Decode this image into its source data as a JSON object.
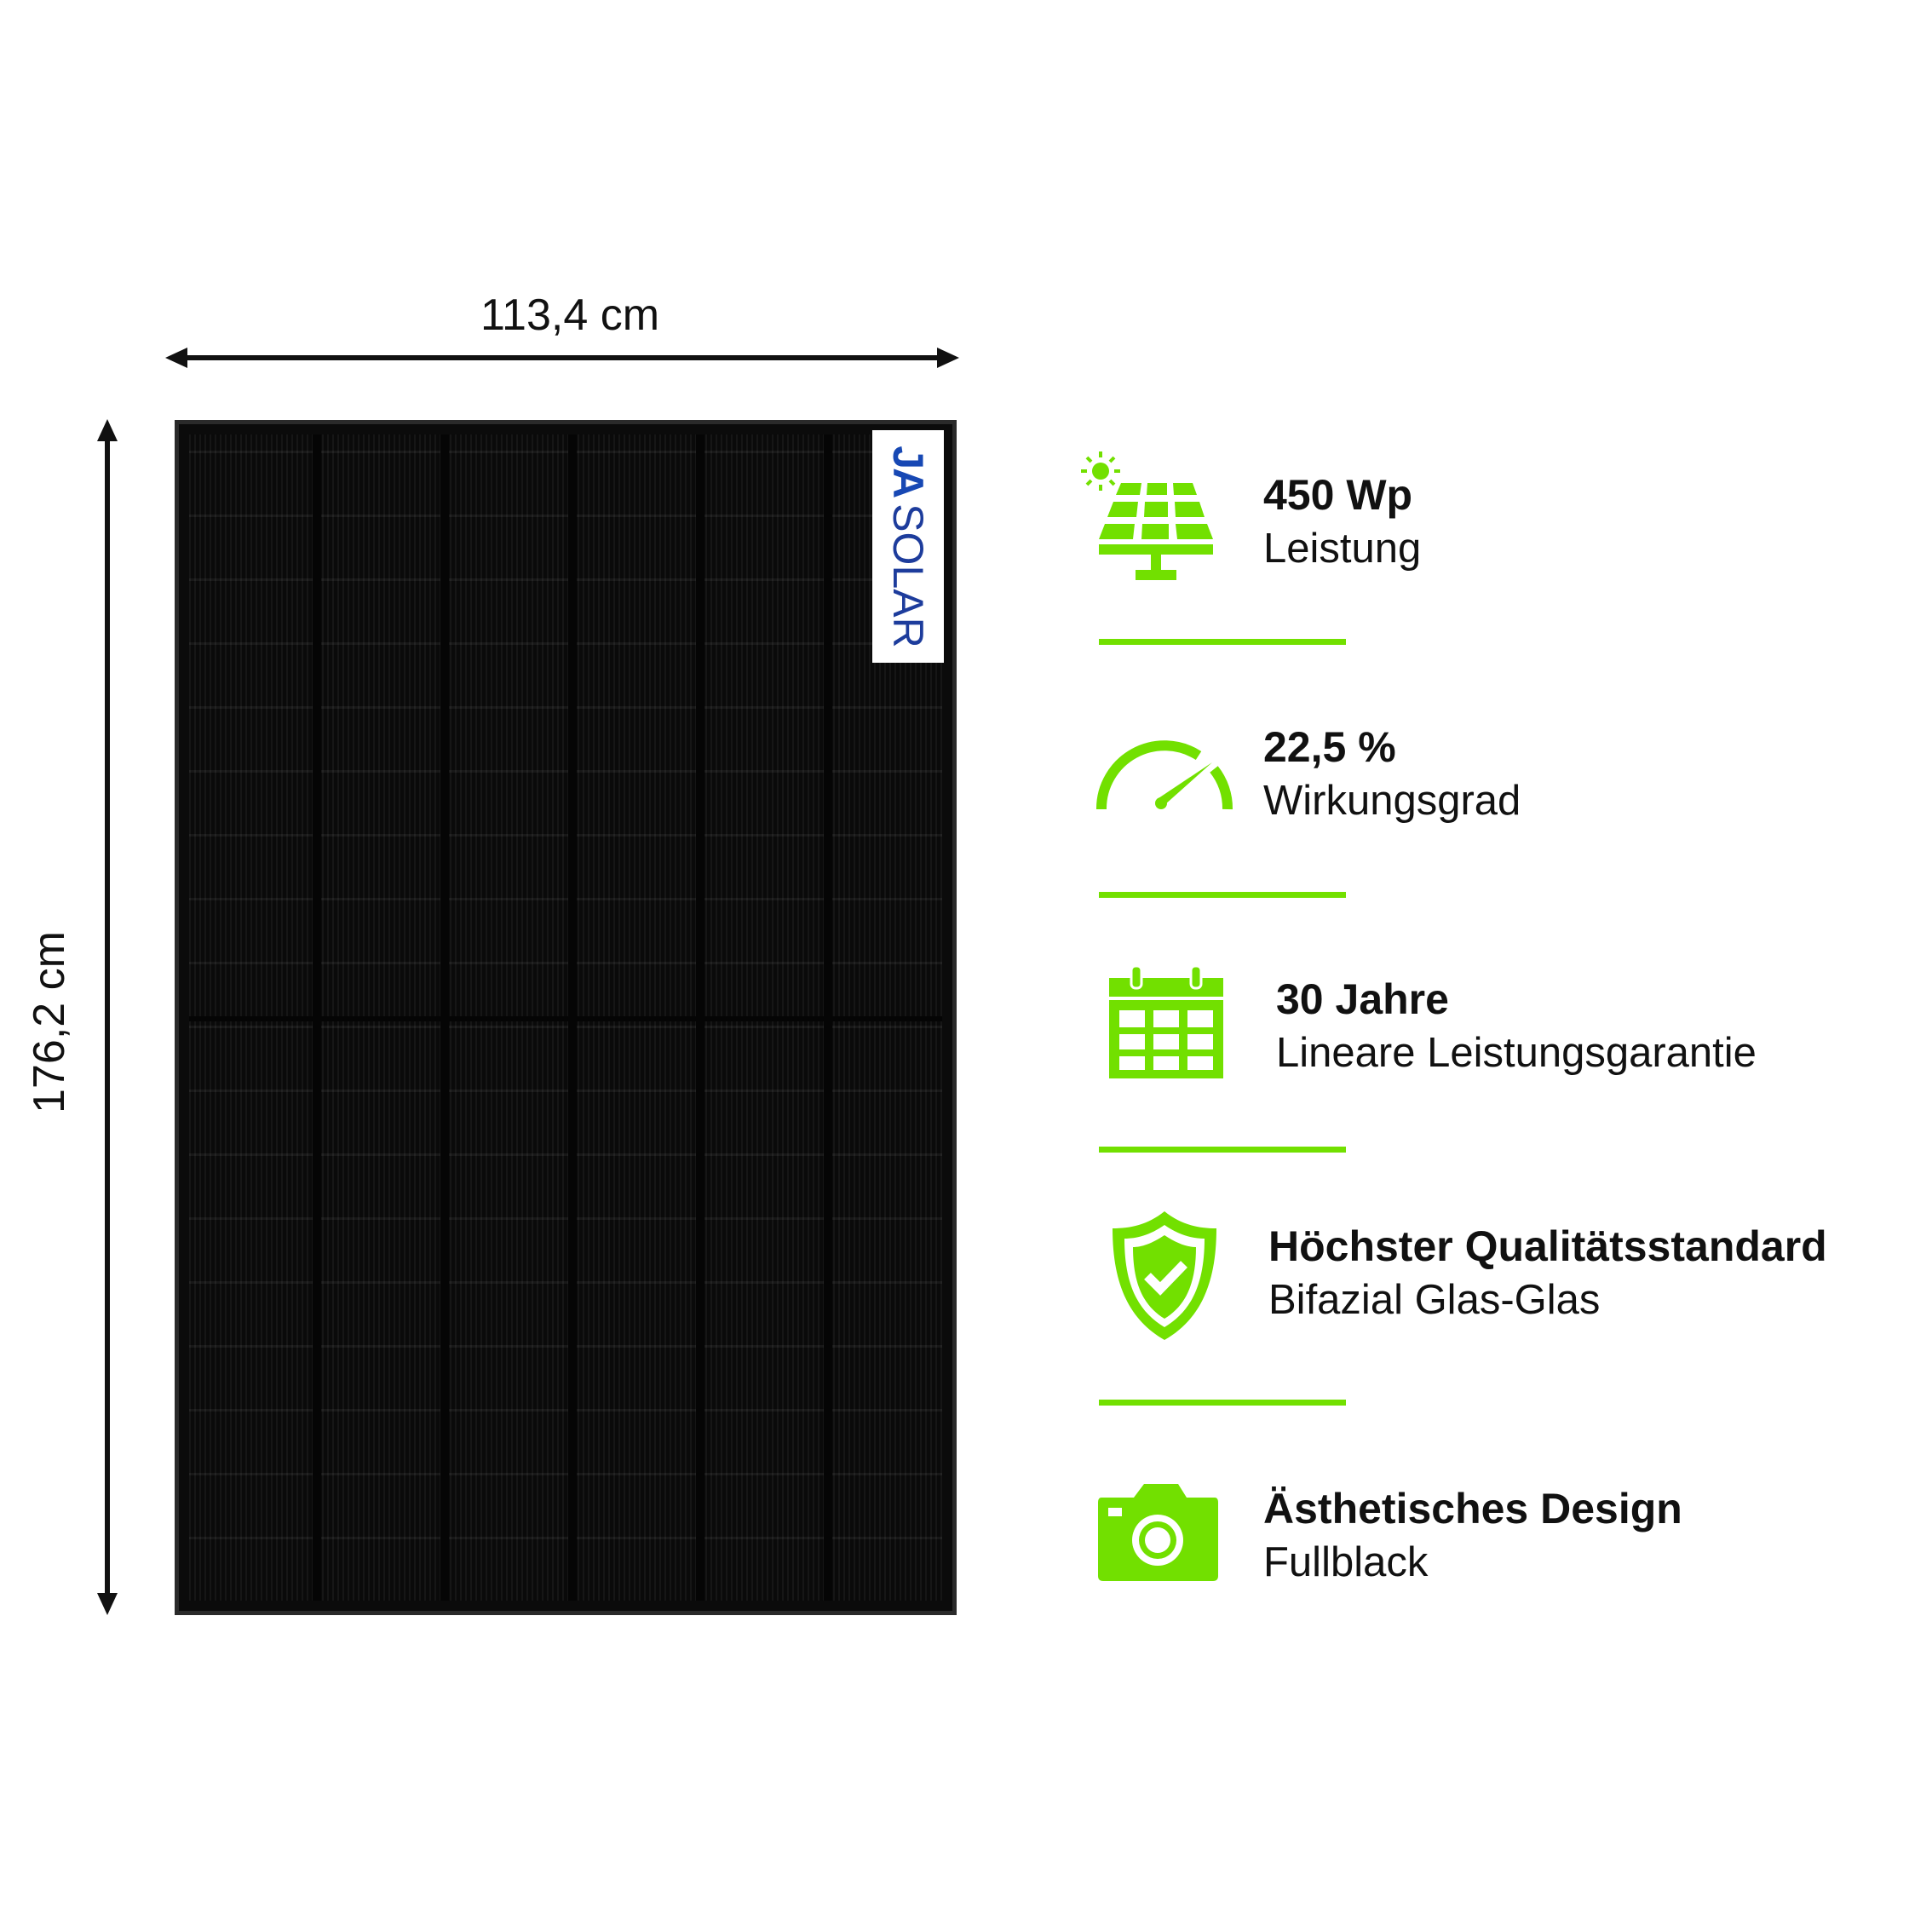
{
  "dimensions": {
    "width_label": "113,4 cm",
    "height_label": "176,2 cm"
  },
  "panel": {
    "brand_logo": "JA SOLAR",
    "logo_color": "#1d3c9c"
  },
  "accent_color": "#72e000",
  "features": [
    {
      "icon": "solar-panel-icon",
      "title": "450 Wp",
      "subtitle": "Leistung"
    },
    {
      "icon": "speedometer-icon",
      "title": "22,5 %",
      "subtitle": "Wirkungsgrad"
    },
    {
      "icon": "calendar-icon",
      "title": "30 Jahre",
      "subtitle": "Lineare Leistungsgarantie"
    },
    {
      "icon": "shield-check-icon",
      "title": "Höchster Qualitätsstandard",
      "subtitle": "Bifazial Glas-Glas"
    },
    {
      "icon": "camera-icon",
      "title": "Ästhetisches Design",
      "subtitle": "Fullblack"
    }
  ]
}
